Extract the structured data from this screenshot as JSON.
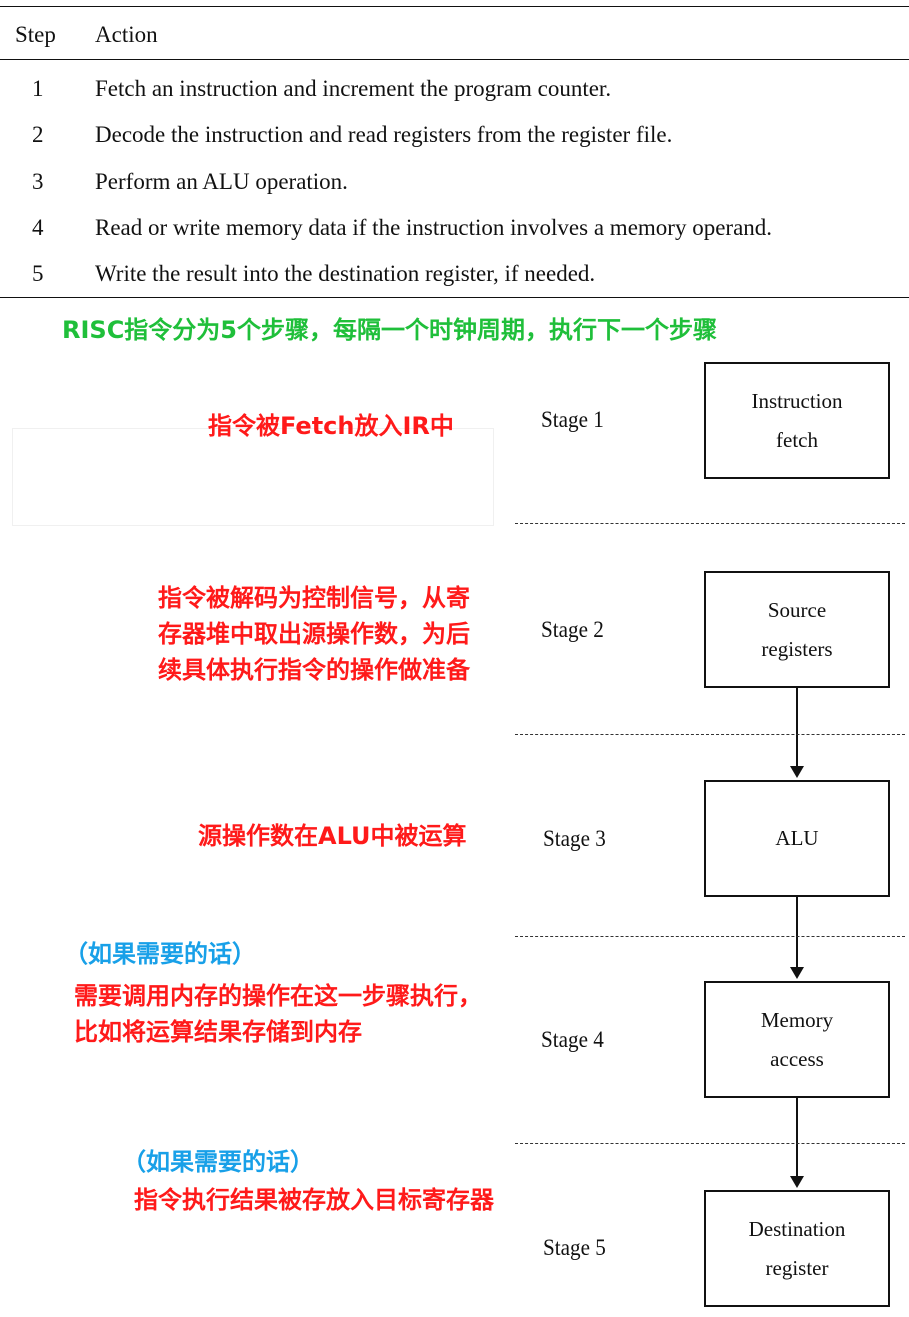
{
  "table": {
    "headers": {
      "step": "Step",
      "action": "Action"
    },
    "rows": [
      {
        "step": "1",
        "action": "Fetch an instruction and increment the program counter."
      },
      {
        "step": "2",
        "action": "Decode the instruction and read registers from the register file."
      },
      {
        "step": "3",
        "action": "Perform an ALU operation."
      },
      {
        "step": "4",
        "action": "Read or write memory data if the instruction involves a memory operand."
      },
      {
        "step": "5",
        "action": "Write the result into the destination register, if needed."
      }
    ]
  },
  "caption": "RISC指令分为5个步骤，每隔一个时钟周期，执行下一个步骤",
  "stages": [
    {
      "label": "Stage 1",
      "box": [
        "Instruction",
        "fetch"
      ],
      "note_lines": [
        "指令被Fetch放入IR中"
      ]
    },
    {
      "label": "Stage 2",
      "box": [
        "Source",
        "registers"
      ],
      "note_lines": [
        "指令被解码为控制信号，从寄",
        "存器堆中取出源操作数，为后",
        "续具体执行指令的操作做准备"
      ]
    },
    {
      "label": "Stage 3",
      "box": [
        "ALU"
      ],
      "note_lines": [
        "源操作数在ALU中被运算"
      ]
    },
    {
      "label": "Stage 4",
      "box": [
        "Memory",
        "access"
      ],
      "note_prefix": "（如果需要的话）",
      "note_lines": [
        "需要调用内存的操作在这一步骤执行，",
        "比如将运算结果存储到内存"
      ]
    },
    {
      "label": "Stage 5",
      "box": [
        "Destination",
        "register"
      ],
      "note_prefix": "（如果需要的话）",
      "note_lines": [
        "指令执行结果被存放入目标寄存器"
      ]
    }
  ],
  "colors": {
    "caption": "#1fbf3a",
    "note": "#ff1a1a",
    "note_prefix": "#18a0e8"
  }
}
